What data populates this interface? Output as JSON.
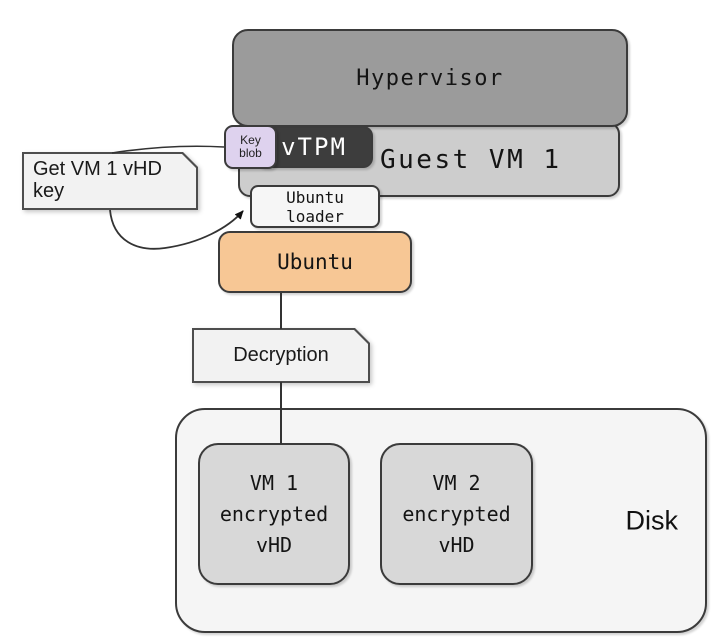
{
  "nodes": {
    "hypervisor": {
      "label": "Hypervisor"
    },
    "guest_vm1": {
      "label": "Guest VM 1"
    },
    "vtpm": {
      "label": "vTPM"
    },
    "key_blob": {
      "lines": [
        "Key",
        "blob"
      ]
    },
    "ubuntu_loader": {
      "lines": [
        "Ubuntu",
        "loader"
      ]
    },
    "ubuntu": {
      "label": "Ubuntu"
    },
    "callout": {
      "lines": [
        "Get VM 1 vHD",
        "key"
      ]
    },
    "decryption": {
      "label": "Decryption"
    },
    "disk": {
      "label": "Disk"
    },
    "vm1_vhd": {
      "lines": [
        "VM 1",
        "encrypted",
        "vHD"
      ]
    },
    "vm2_vhd": {
      "lines": [
        "VM 2",
        "encrypted",
        "vHD"
      ]
    }
  },
  "colors": {
    "hypervisor_fill": "#9b9b9b",
    "guest_vm_fill": "#cdcdcd",
    "vtpm_fill": "#3d3d3d",
    "vtpm_text": "#ffffff",
    "key_blob_fill": "#ded2ee",
    "ubuntu_fill": "#f7c795",
    "process_fill": "#f2f2f2",
    "disk_fill": "#f5f5f5",
    "vhd_fill": "#d8d8d8",
    "border": "#3b3b3b",
    "connector": "#333333",
    "background": "#ffffff"
  }
}
